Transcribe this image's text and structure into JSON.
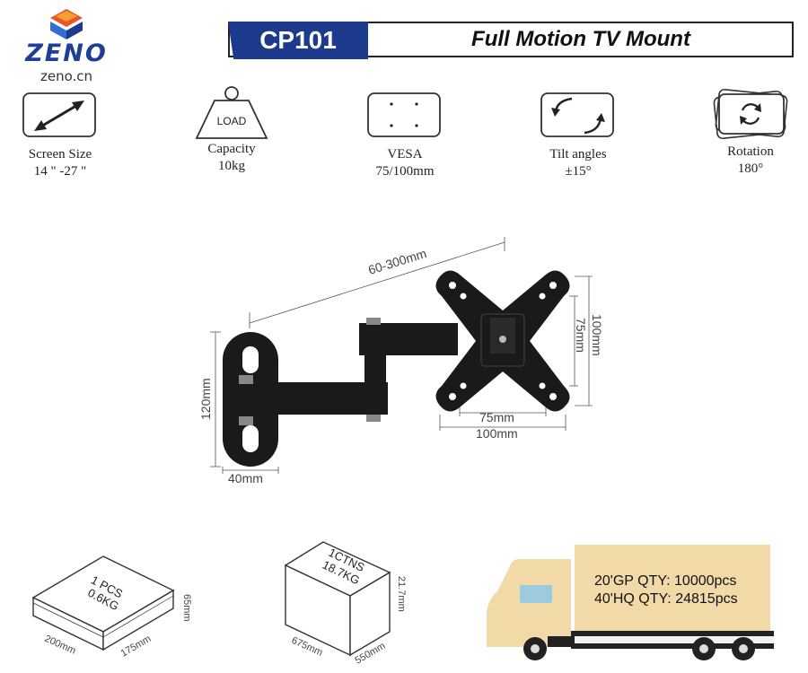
{
  "brand": {
    "logo_text": "ZENO",
    "website": "zeno.cn"
  },
  "header": {
    "model": "CP101",
    "title": "Full Motion TV Mount"
  },
  "specs": [
    {
      "icon": "screen-size-icon",
      "label": "Screen Size",
      "value": "14 \" -27 \""
    },
    {
      "icon": "load-weight-icon",
      "icon_text": "LOAD",
      "label": "Capacity",
      "value": "10kg"
    },
    {
      "icon": "vesa-plate-icon",
      "label": "VESA",
      "value": "75/100mm"
    },
    {
      "icon": "tilt-icon",
      "label": "Tilt angles",
      "value": "±15°"
    },
    {
      "icon": "rotation-icon",
      "label": "Rotation",
      "value": "180°"
    }
  ],
  "diagram": {
    "extension": "60-300mm",
    "wall_plate_height": "120mm",
    "wall_plate_width": "40mm",
    "vesa_small_h": "75mm",
    "vesa_large_h": "100mm",
    "vesa_small_v": "75mm",
    "vesa_large_v": "100mm"
  },
  "packaging": {
    "single": {
      "line1": "1 PCS",
      "line2": "0.6KG",
      "length": "200mm",
      "width": "175mm",
      "height": "65mm"
    },
    "carton": {
      "line1": "1CTNS",
      "line2": "18.7KG",
      "length": "675mm",
      "width": "550mm",
      "height": "21.7mm"
    },
    "shipping": {
      "gp20": "20'GP QTY: 10000pcs",
      "hq40": "40'HQ QTY: 24815pcs"
    }
  },
  "colors": {
    "brand_blue": "#1d3b8c",
    "mount_black": "#1a1a1a",
    "truck_cargo": "#f2d9a8"
  }
}
